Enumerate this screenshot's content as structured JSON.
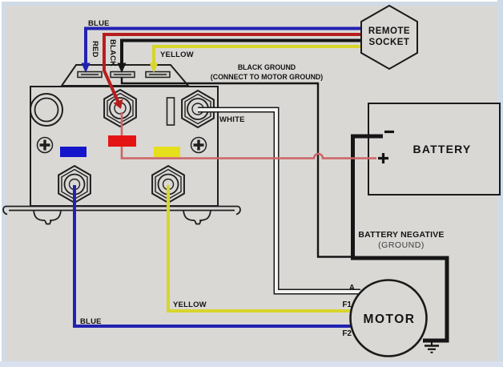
{
  "colors": {
    "background": "#d9d8d5",
    "border_outer": "#ffffff",
    "border_inner": "#cfdbe6",
    "border_bottom": "#d9e0ee",
    "line": "#1a1a1a",
    "blue_wire": "#2222b2",
    "red_wire": "#b81d1d",
    "black_wire": "#161616",
    "yellow_wire": "#d8d52c",
    "thin_red_wire": "#cd6464",
    "white_wire_core": "#f4f4f2",
    "blue_box": "#1515cc",
    "red_box": "#e51414",
    "yellow_box": "#e6df1b"
  },
  "remote_socket": {
    "line1": "REMOTE",
    "line2": "SOCKET"
  },
  "top_wires": {
    "blue_label": "BLUE",
    "red_label": "RED",
    "black_label": "BLACK",
    "yellow_label": "YELLOW"
  },
  "ground_note": {
    "line1": "BLACK GROUND",
    "line2": "(CONNECT TO MOTOR GROUND)"
  },
  "solenoid": {
    "white_label": "WHITE"
  },
  "battery": {
    "label": "BATTERY",
    "minus": "-",
    "plus": "+",
    "negative_line1": "BATTERY NEGATIVE",
    "negative_line2": "(GROUND)"
  },
  "bottom_wires": {
    "yellow_label": "YELLOW",
    "blue_label": "BLUE"
  },
  "motor": {
    "label": "MOTOR",
    "terminal_a": "A",
    "terminal_f1": "F1",
    "terminal_f2": "F2"
  }
}
